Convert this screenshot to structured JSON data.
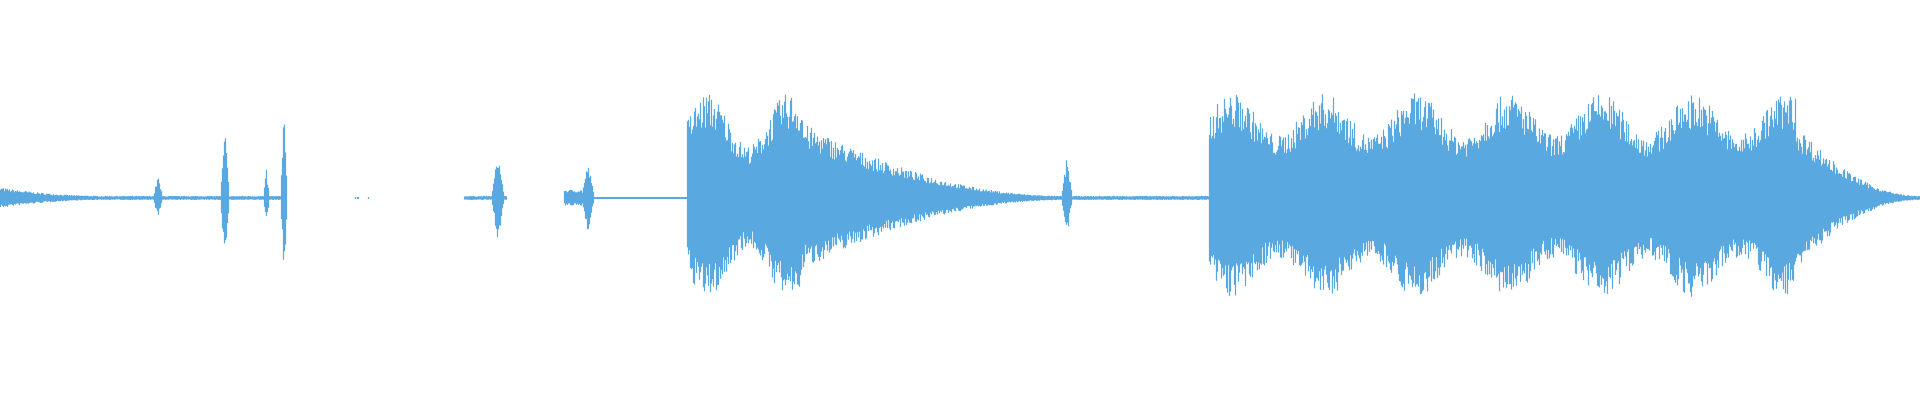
{
  "colors": {
    "background": "#ffffff",
    "waveform": "#5aa8e0"
  },
  "waveform": {
    "description_segments": [
      {
        "start": 0.0,
        "end": 0.055,
        "amp": 0.08,
        "shape": "decay",
        "density": "dense"
      },
      {
        "start": 0.055,
        "end": 0.08,
        "amp": 0.02,
        "shape": "flat",
        "density": "dense"
      },
      {
        "start": 0.08,
        "end": 0.084,
        "amp": 0.2,
        "shape": "spike",
        "density": "dense"
      },
      {
        "start": 0.084,
        "end": 0.115,
        "amp": 0.02,
        "shape": "flat",
        "density": "dense"
      },
      {
        "start": 0.115,
        "end": 0.119,
        "amp": 0.65,
        "shape": "spike",
        "density": "dense"
      },
      {
        "start": 0.119,
        "end": 0.137,
        "amp": 0.02,
        "shape": "flat",
        "density": "dense"
      },
      {
        "start": 0.137,
        "end": 0.14,
        "amp": 0.25,
        "shape": "spike",
        "density": "dense"
      },
      {
        "start": 0.14,
        "end": 0.146,
        "amp": 0.02,
        "shape": "flat",
        "density": "dense"
      },
      {
        "start": 0.146,
        "end": 0.149,
        "amp": 0.8,
        "shape": "spike",
        "density": "dense"
      },
      {
        "start": 0.185,
        "end": 0.192,
        "amp": 0.01,
        "shape": "flat",
        "density": "sparse"
      },
      {
        "start": 0.242,
        "end": 0.256,
        "amp": 0.02,
        "shape": "flat",
        "density": "dense"
      },
      {
        "start": 0.256,
        "end": 0.262,
        "amp": 0.42,
        "shape": "spike",
        "density": "dense"
      },
      {
        "start": 0.262,
        "end": 0.264,
        "amp": 0.02,
        "shape": "flat",
        "density": "dense"
      },
      {
        "start": 0.294,
        "end": 0.303,
        "amp": 0.08,
        "shape": "flat",
        "density": "dense"
      },
      {
        "start": 0.303,
        "end": 0.309,
        "amp": 0.32,
        "shape": "spike",
        "density": "dense"
      },
      {
        "start": 0.309,
        "end": 0.358,
        "amp": 0.01,
        "shape": "flat",
        "density": "dense"
      },
      {
        "start": 0.358,
        "end": 0.418,
        "amp": 1.0,
        "shape": "burst",
        "density": "dense"
      },
      {
        "start": 0.418,
        "end": 0.555,
        "amp": 0.7,
        "shape": "decay",
        "density": "dense"
      },
      {
        "start": 0.555,
        "end": 0.63,
        "amp": 0.02,
        "shape": "flat",
        "density": "dense"
      },
      {
        "start": 0.553,
        "end": 0.558,
        "amp": 0.38,
        "shape": "spike",
        "density": "dense"
      },
      {
        "start": 0.63,
        "end": 0.935,
        "amp": 1.0,
        "shape": "sustain",
        "density": "dense"
      },
      {
        "start": 0.935,
        "end": 1.0,
        "amp": 0.7,
        "shape": "decay",
        "density": "dense"
      }
    ]
  }
}
